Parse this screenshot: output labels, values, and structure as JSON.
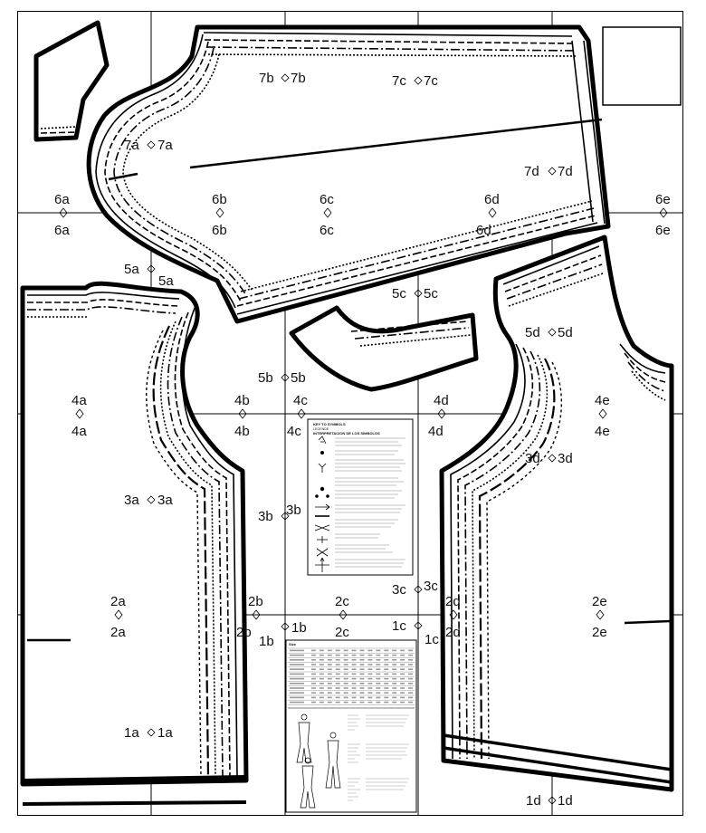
{
  "grid_labels": {
    "row7": [
      "7a",
      "7b",
      "7c",
      "7d"
    ],
    "row6": [
      "6a",
      "6b",
      "6c",
      "6d",
      "6e"
    ],
    "row5": [
      "5a",
      "5b",
      "5c",
      "5d"
    ],
    "row4": [
      "4a",
      "4b",
      "4c",
      "4d",
      "4e"
    ],
    "row3": [
      "3a",
      "3b",
      "3c",
      "3d"
    ],
    "row2": [
      "2a",
      "2b",
      "2c",
      "2d",
      "2e"
    ],
    "row1": [
      "1a",
      "1b",
      "1c",
      "1d"
    ]
  },
  "legend": {
    "title": "KEY TO SYMBOLS",
    "subtitle": "LEGENDE",
    "subtitle2": "INTERPRETACION DE LOS SIMBOLOS"
  },
  "size_chart": {
    "title": "Size"
  }
}
